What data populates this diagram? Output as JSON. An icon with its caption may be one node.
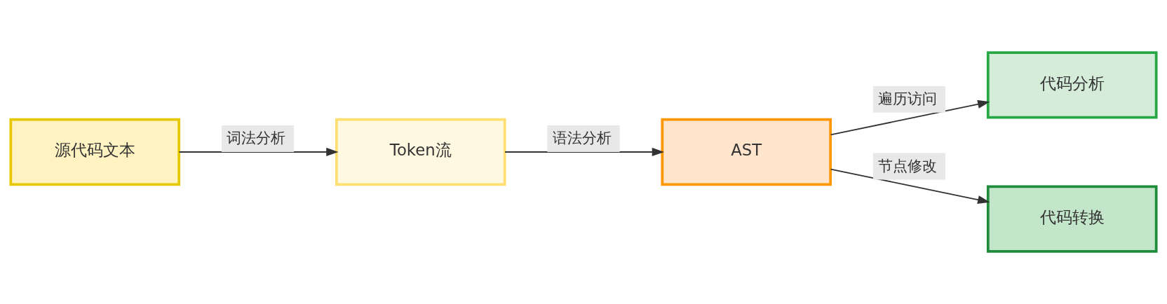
{
  "diagram": {
    "nodes": [
      {
        "text": [
          "源代码文本"
        ]
      },
      {
        "text": [
          "Token流"
        ]
      },
      {
        "text": [
          "AST"
        ]
      },
      {
        "text": [
          "代码分析"
        ]
      },
      {
        "text": [
          "代码转换"
        ]
      }
    ],
    "edges": [
      {
        "from": 0,
        "to": 1,
        "arrow": "to",
        "label": "词法分析"
      },
      {
        "from": 1,
        "to": 2,
        "arrow": "to",
        "label": "语法分析"
      },
      {
        "from": 2,
        "to": 3,
        "arrow": "to",
        "label": "遍历访问"
      },
      {
        "from": 2,
        "to": 4,
        "arrow": "to",
        "label": "节点修改"
      }
    ]
  }
}
